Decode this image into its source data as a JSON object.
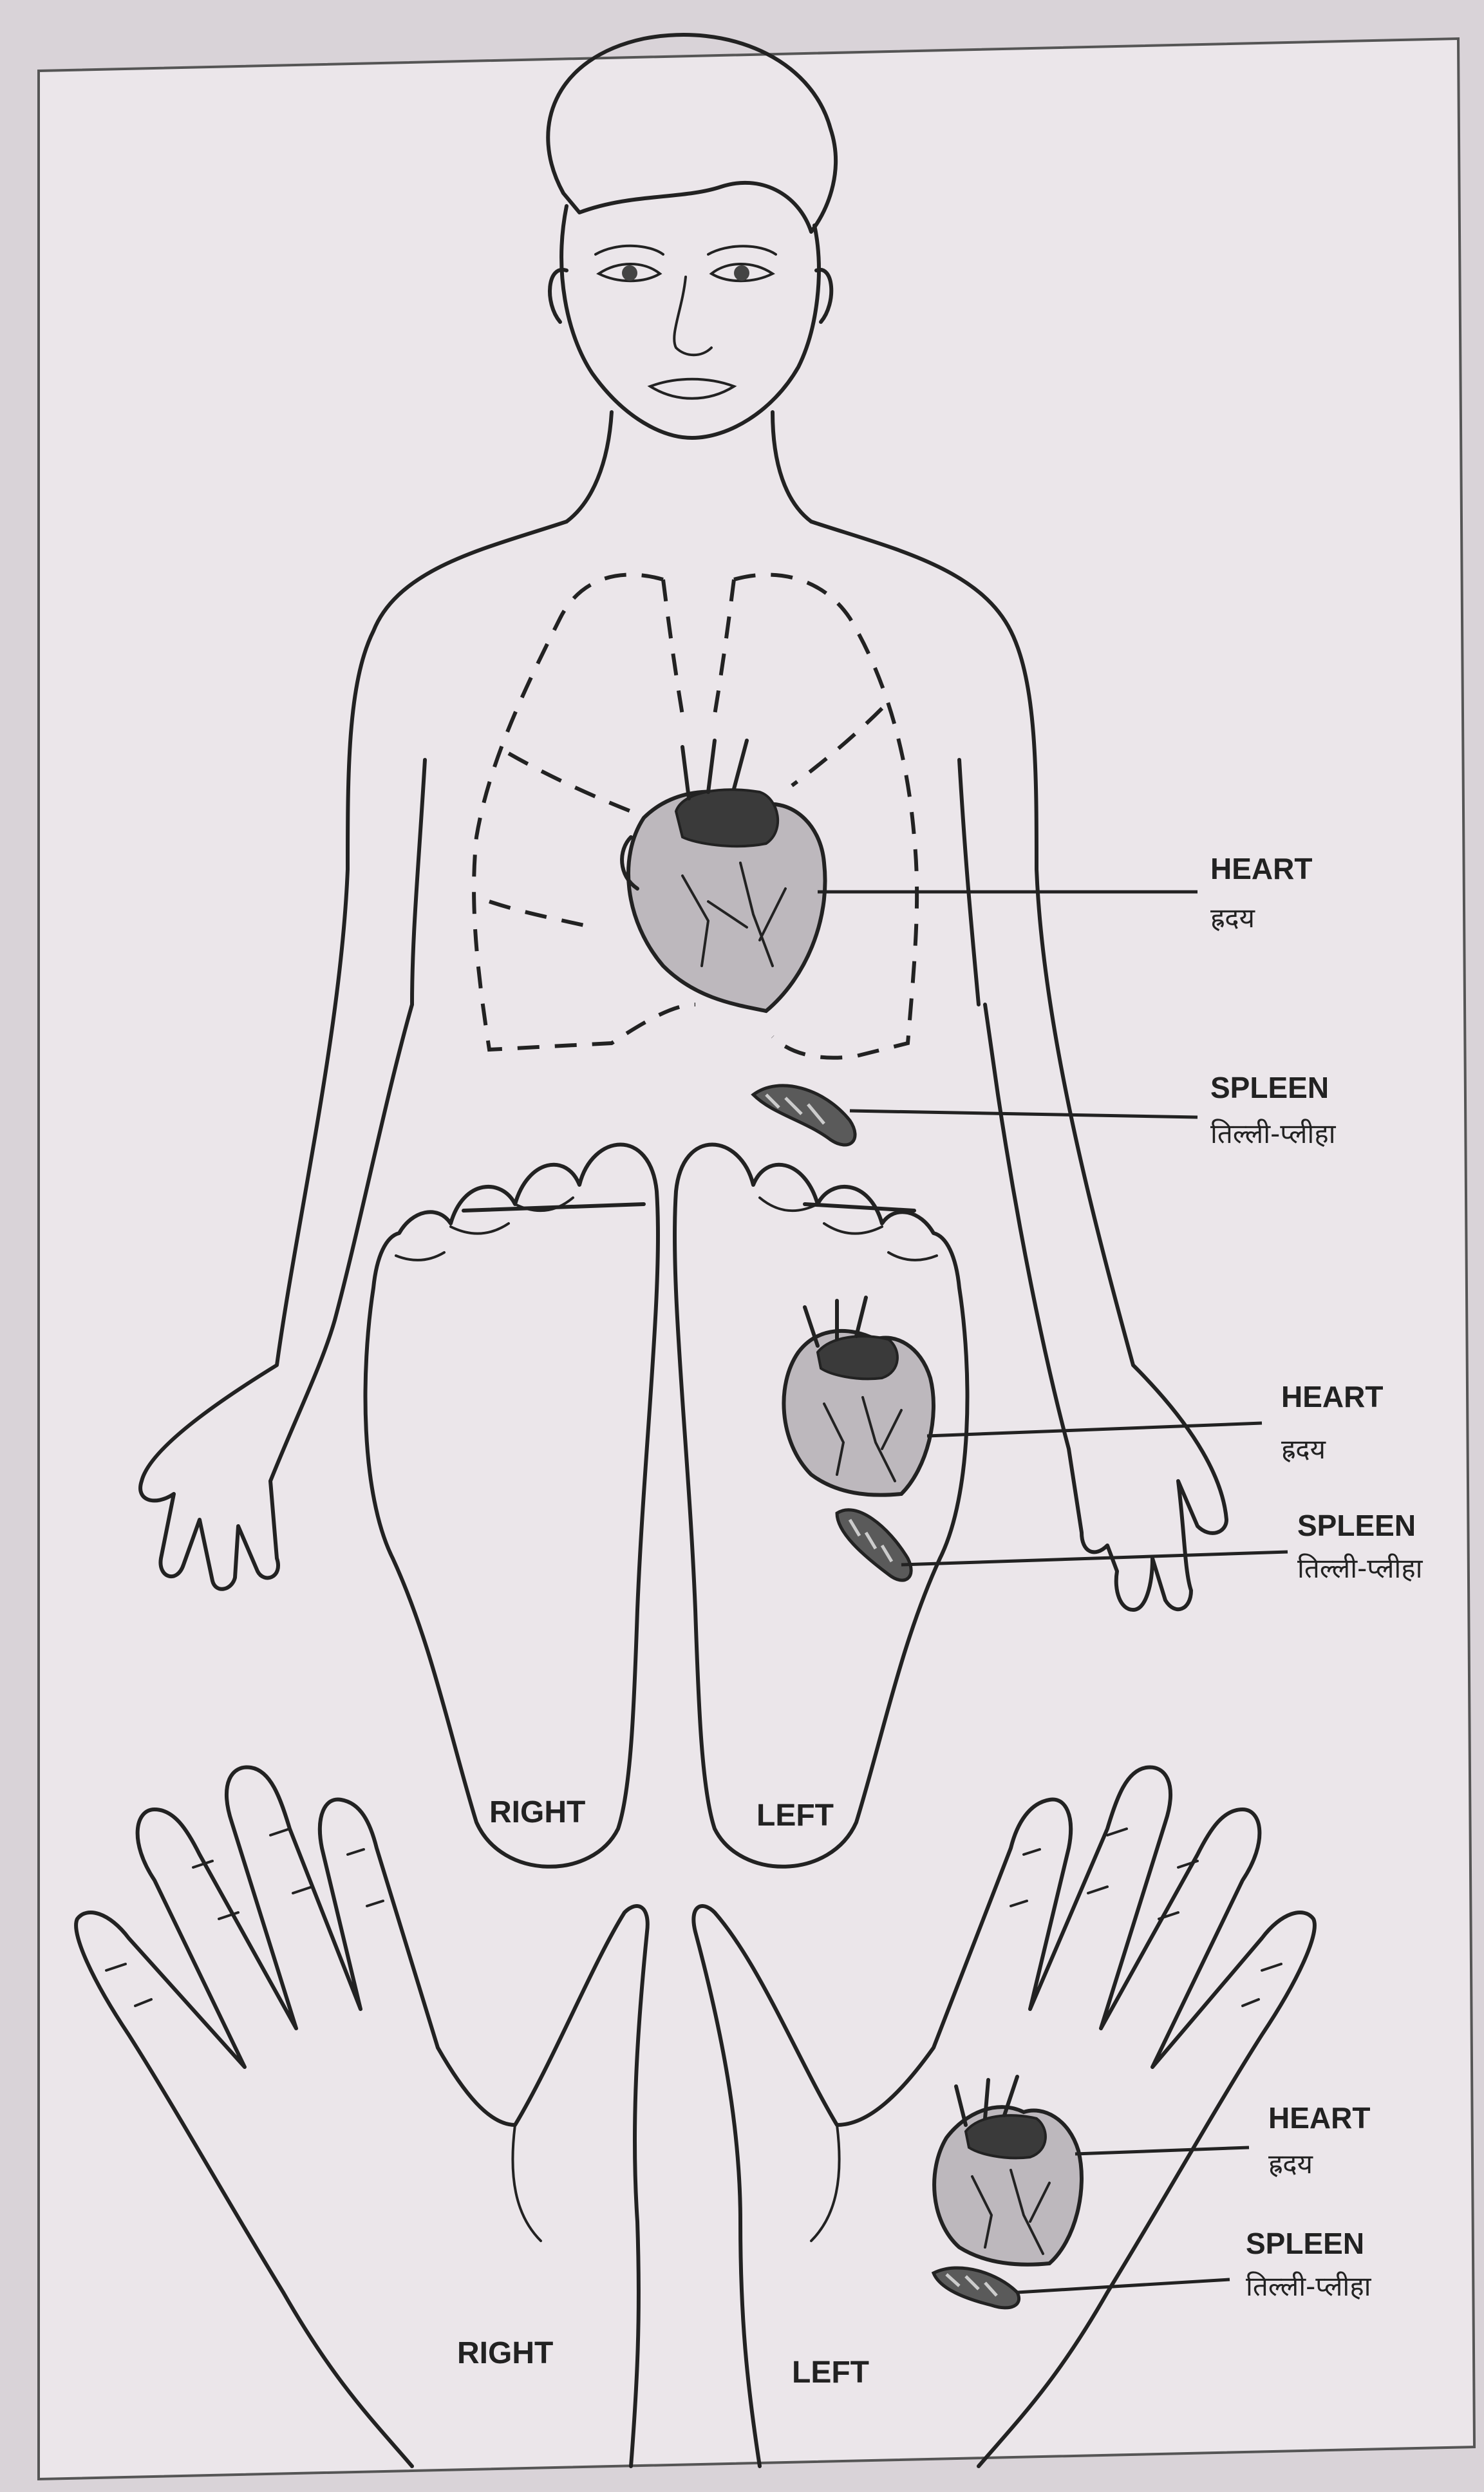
{
  "labels": {
    "body_heart": {
      "en": "HEART",
      "hi": "ह्रदय"
    },
    "body_spleen": {
      "en": "SPLEEN",
      "hi": "तिल्ली-प्लीहा"
    },
    "foot_heart": {
      "en": "HEART",
      "hi": "ह्रदय"
    },
    "foot_spleen": {
      "en": "SPLEEN",
      "hi": "तिल्ली-प्लीहा"
    },
    "hand_heart": {
      "en": "HEART",
      "hi": "ह्रदय"
    },
    "hand_spleen": {
      "en": "SPLEEN",
      "hi": "तिल्ली-प्लीहा"
    }
  },
  "feet": {
    "right": "RIGHT",
    "left": "LEFT"
  },
  "hands": {
    "right": "RIGHT",
    "left": "LEFT"
  },
  "colors": {
    "paper": "#d9d3d8",
    "ink": "#222222",
    "panel": "#ebe6ea"
  }
}
